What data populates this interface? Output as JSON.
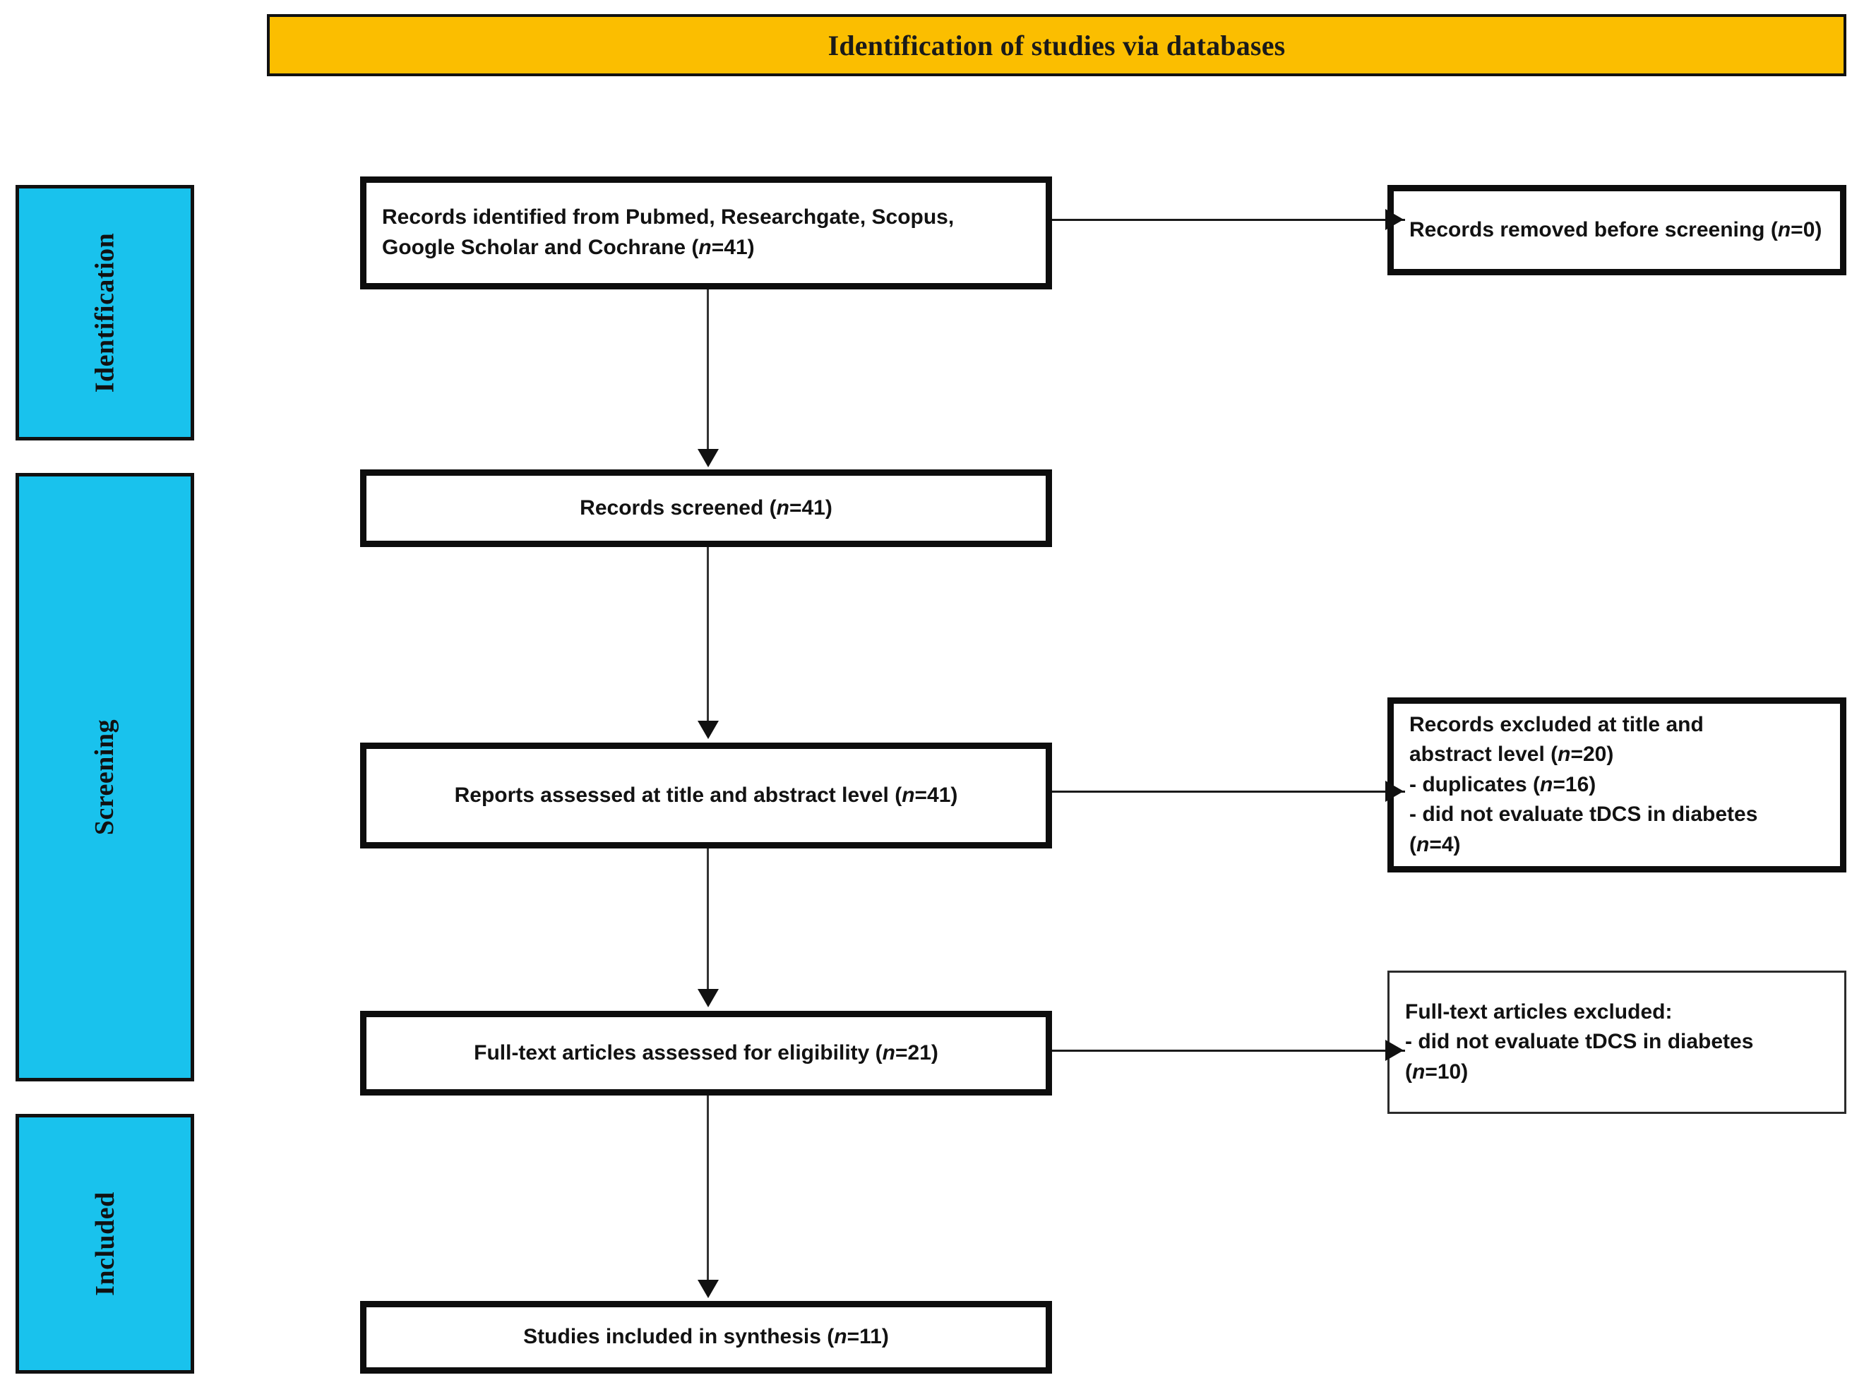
{
  "header": {
    "title": "Identification of studies via databases",
    "background_color": "#FBBE00"
  },
  "colors": {
    "stage_fill": "#19C2ED",
    "box_border": "#0d0d0d",
    "banner_fill": "#FBBE00",
    "text": "#121212"
  },
  "stages": [
    {
      "id": "identification",
      "label": "Identification"
    },
    {
      "id": "screening",
      "label": "Screening"
    },
    {
      "id": "included",
      "label": "Included"
    }
  ],
  "flow": {
    "identified": {
      "line1": "Records identified from Pubmed, Researchgate, Scopus,",
      "line2_pre": "Google Scholar and Cochrane (",
      "line2_n": "n",
      "line2_post": "=41)"
    },
    "removed": {
      "pre": "Records removed before screening (",
      "n": "n",
      "post": "=0)"
    },
    "screened": {
      "pre": "Records screened (",
      "n": "n",
      "post": "=41)"
    },
    "reports_assessed": {
      "pre": "Reports assessed at title and abstract level (",
      "n": "n",
      "post": "=41)"
    },
    "excluded_title_abstract": {
      "l1_pre": "Records excluded at title and",
      "l2_pre": "abstract level (",
      "l2_n": "n",
      "l2_post": "=20)",
      "l3_pre": "- duplicates (",
      "l3_n": "n",
      "l3_post": "=16)",
      "l4_pre": "- did not evaluate tDCS in diabetes",
      "l5_pre": "(",
      "l5_n": "n",
      "l5_post": "=4)"
    },
    "fulltext_assessed": {
      "pre": "Full-text articles assessed for eligibility (",
      "n": "n",
      "post": "=21)"
    },
    "excluded_fulltext": {
      "l1": "Full-text articles excluded:",
      "l2": "- did not evaluate tDCS in diabetes",
      "l3_pre": "(",
      "l3_n": "n",
      "l3_post": "=10)"
    },
    "included_synthesis": {
      "pre": "Studies included in synthesis (",
      "n": "n",
      "post": "=11)"
    }
  },
  "counts": {
    "identified": 41,
    "removed_before_screening": 0,
    "screened": 41,
    "reports_assessed": 41,
    "excluded_title_abstract": 20,
    "excluded_duplicates": 16,
    "excluded_no_tdcs_abstract": 4,
    "fulltext_assessed": 21,
    "excluded_fulltext_no_tdcs": 10,
    "included_in_synthesis": 11
  }
}
